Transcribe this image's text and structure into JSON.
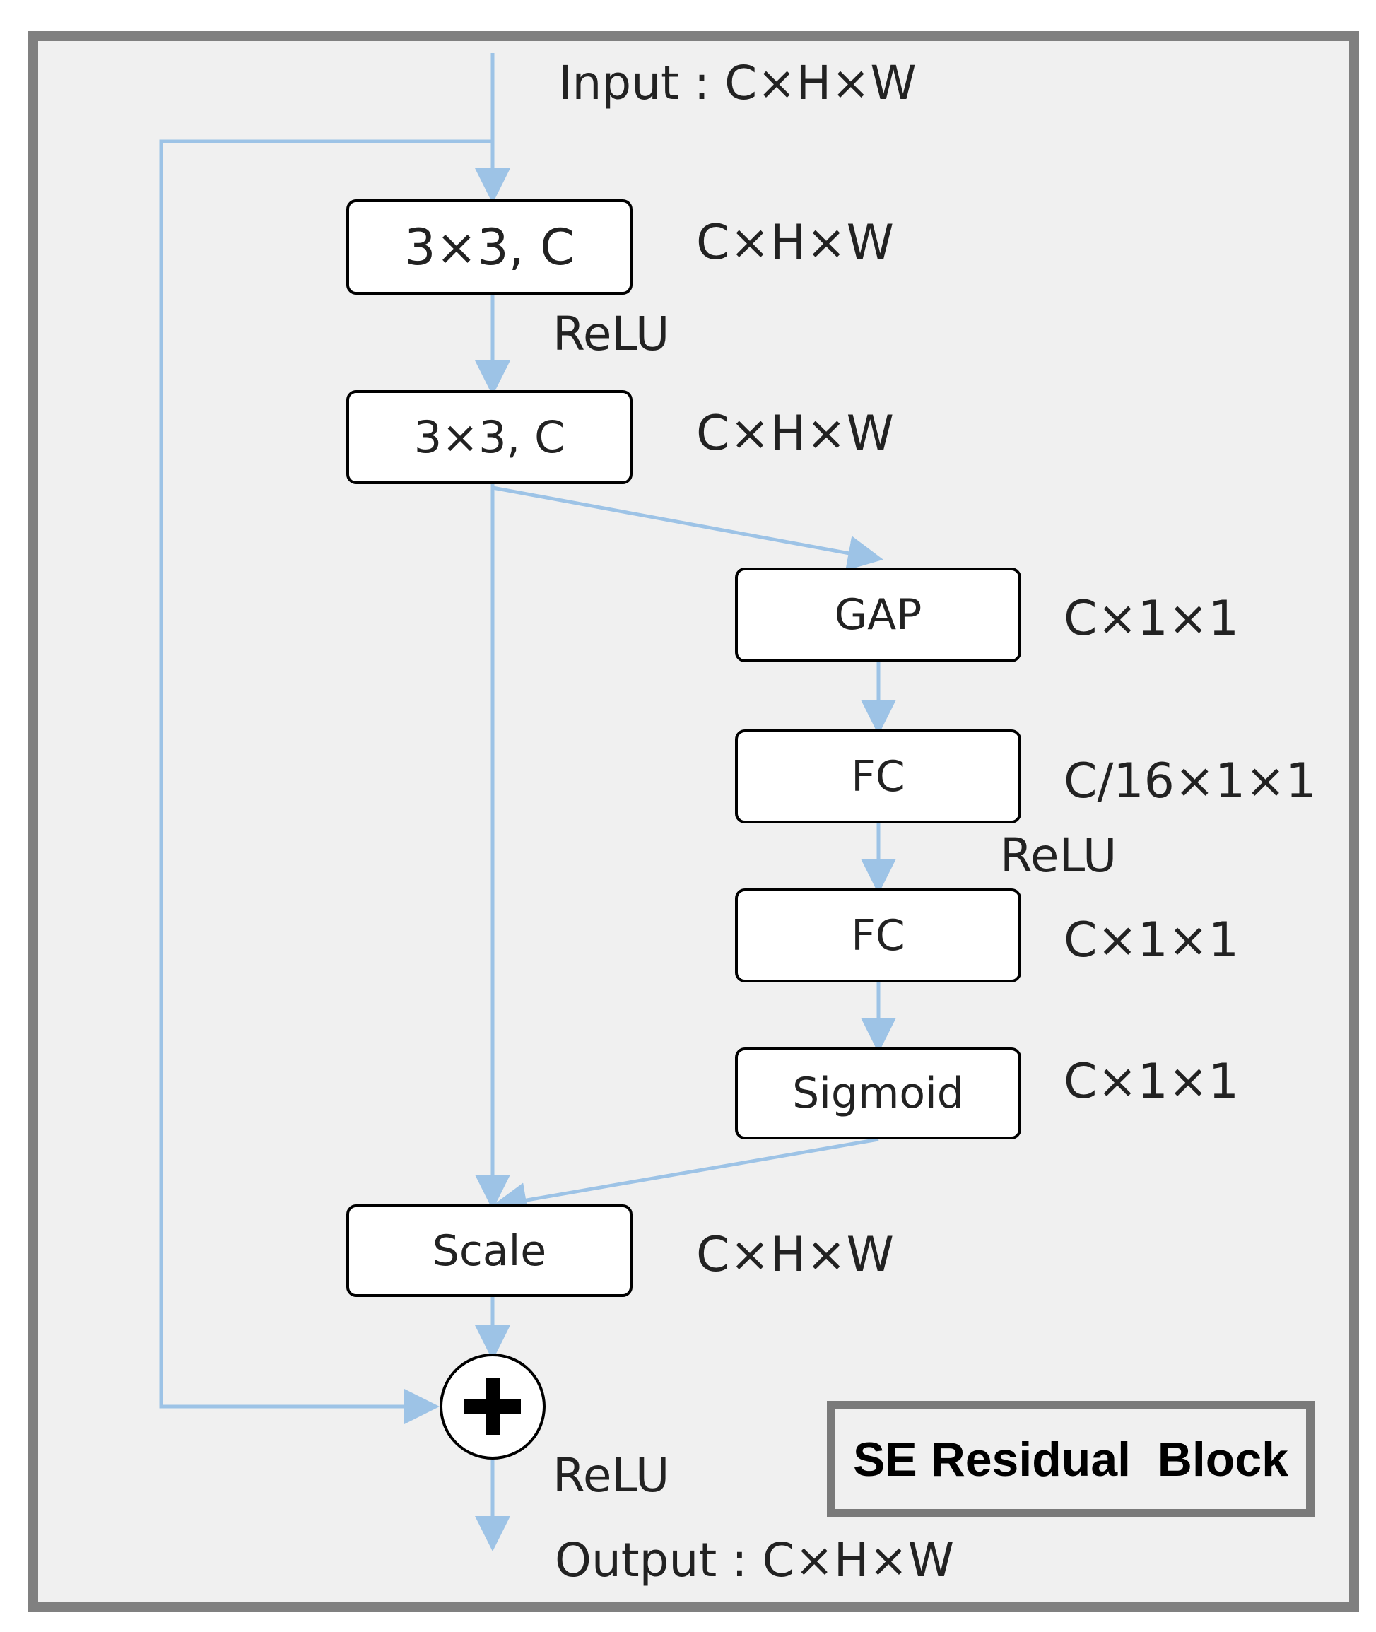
{
  "input_label": "Input : C×H×W",
  "output_label": "Output : C×H×W",
  "boxes": {
    "conv1": "3×3,  C",
    "conv2": "3×3,  C",
    "gap": "GAP",
    "fc1": "FC",
    "fc2": "FC",
    "sigmoid": "Sigmoid",
    "scale": "Scale"
  },
  "dims": {
    "conv1": "C×H×W",
    "conv2": "C×H×W",
    "gap": "C×1×1",
    "fc1": "C/16×1×1",
    "fc2": "C×1×1",
    "sigmoid": "C×1×1",
    "scale": "C×H×W"
  },
  "relu": {
    "after_conv1": "ReLU",
    "after_fc1": "ReLU",
    "after_add": "ReLU"
  },
  "legend": "SE Residual  Block",
  "colors": {
    "arrow": "#9dc3e6",
    "frame": "#808080",
    "background": "#f0f0f0"
  },
  "icons": {
    "add": "plus-circle-icon"
  }
}
